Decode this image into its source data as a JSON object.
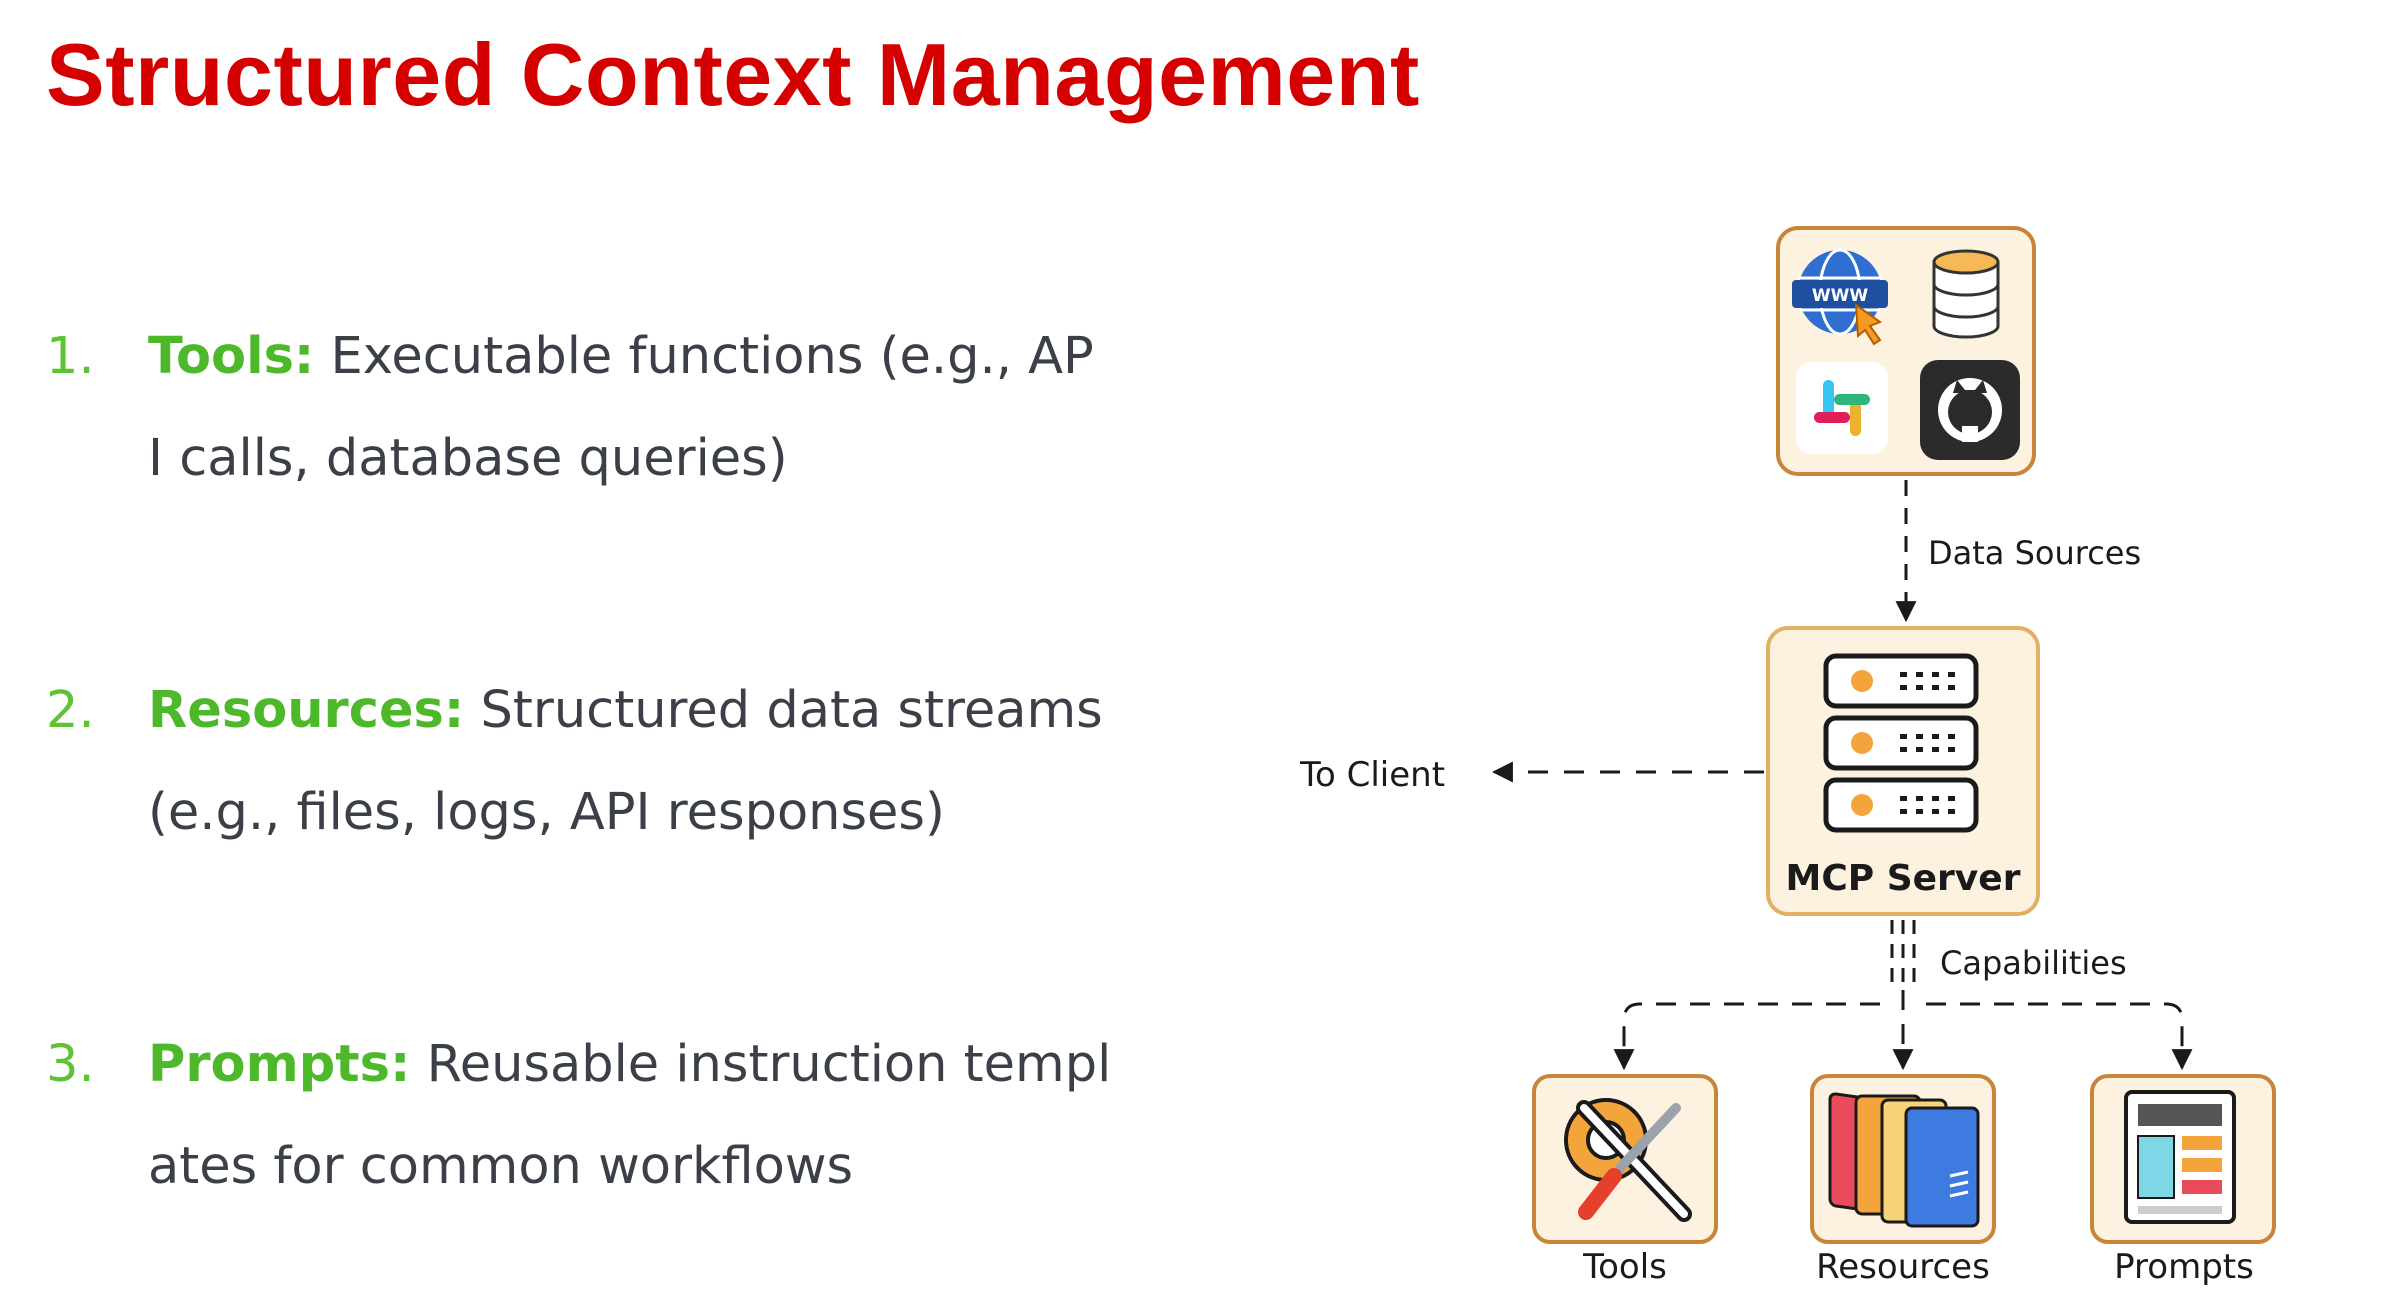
{
  "title": "Structured Context Management",
  "items": [
    {
      "number": "1.",
      "keyword": "Tools:",
      "line1": "Executable functions (e.g., AP",
      "line2": "I calls, database queries)"
    },
    {
      "number": "2.",
      "keyword": "Resources:",
      "line1": "Structured data streams",
      "line2": "(e.g., files, logs, API responses)"
    },
    {
      "number": "3.",
      "keyword": "Prompts:",
      "line1": "Reusable instruction templ",
      "line2": "ates for common workflows"
    }
  ],
  "diagram": {
    "www_label": "WWW",
    "data_sources_label": "Data Sources",
    "to_client_label": "To Client",
    "server_label": "MCP Server",
    "capabilities_label": "Capabilities",
    "capability_labels": [
      "Tools",
      "Resources",
      "Prompts"
    ]
  },
  "colors": {
    "title": "#d50000",
    "number": "#5ec234",
    "keyword": "#4cb82a",
    "body_text": "#3b3f47",
    "box_border": "#c7853a",
    "box_fill": "#fdf1df",
    "server_dot": "#f3a43b"
  }
}
